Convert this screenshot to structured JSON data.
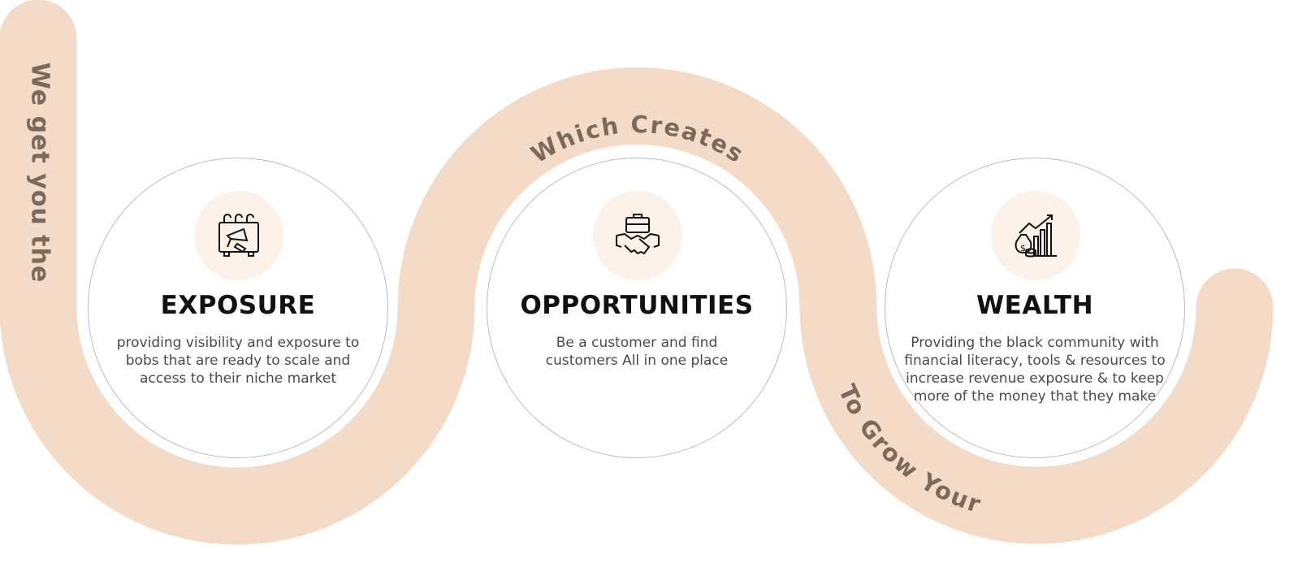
{
  "colors": {
    "band": "#f3dbc8",
    "band_text": "#7a6a5d",
    "icon_bg": "#fdf1e8"
  },
  "band_labels": {
    "left": "We get you the",
    "top": "Which Creates",
    "bottom": "To Grow Your"
  },
  "cards": [
    {
      "icon": "billboard-megaphone-icon",
      "title": "EXPOSURE",
      "description": "providing visibility and exposure to bobs that are ready to scale and access to their niche market"
    },
    {
      "icon": "handshake-briefcase-icon",
      "title": "OPPORTUNITIES",
      "description": "Be a customer and find customers All in one place"
    },
    {
      "icon": "money-growth-chart-icon",
      "title": "WEALTH",
      "description": "Providing the black community with financial literacy, tools & resources to increase revenue exposure & to keep more of the money that they make"
    }
  ]
}
